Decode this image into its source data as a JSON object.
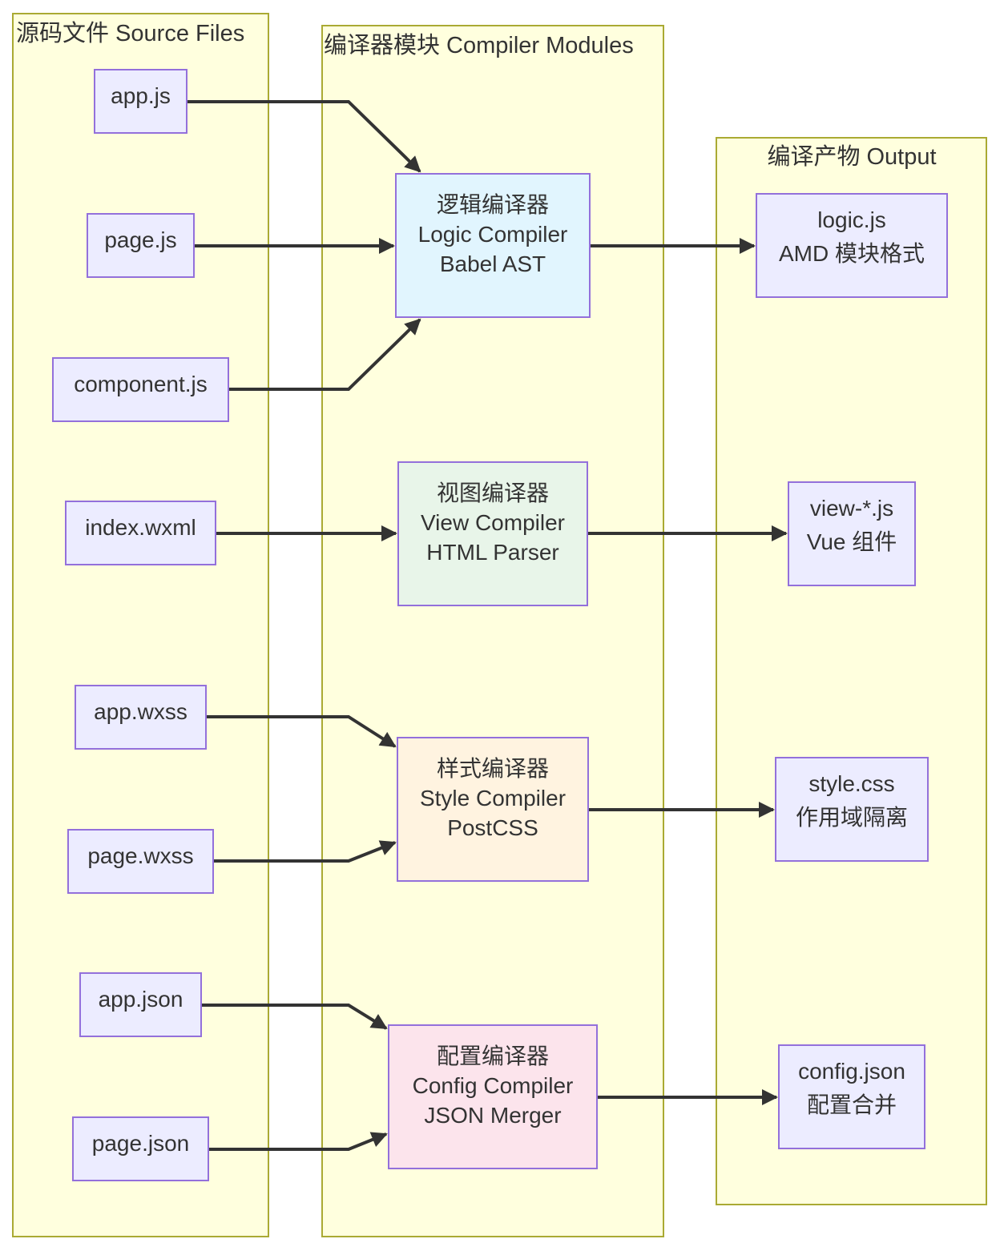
{
  "colors": {
    "cluster_fill": "#ffffde",
    "cluster_stroke": "#aaaa33",
    "node_default_fill": "#ececff",
    "node_stroke": "#9370db",
    "edge": "#333333",
    "text": "#333333",
    "logic_fill": "#e1f5fe",
    "view_fill": "#e8f5e9",
    "style_fill": "#fff3e0",
    "config_fill": "#fce4ec"
  },
  "clusters": [
    {
      "id": "source",
      "label": "源码文件 Source Files"
    },
    {
      "id": "compiler",
      "label": "编译器模块 Compiler Modules"
    },
    {
      "id": "output",
      "label": "编译产物 Output"
    }
  ],
  "nodes": [
    {
      "id": "app_js",
      "cluster": "source",
      "lines": [
        "app.js"
      ]
    },
    {
      "id": "page_js",
      "cluster": "source",
      "lines": [
        "page.js"
      ]
    },
    {
      "id": "component_js",
      "cluster": "source",
      "lines": [
        "component.js"
      ]
    },
    {
      "id": "index_wxml",
      "cluster": "source",
      "lines": [
        "index.wxml"
      ]
    },
    {
      "id": "app_wxss",
      "cluster": "source",
      "lines": [
        "app.wxss"
      ]
    },
    {
      "id": "page_wxss",
      "cluster": "source",
      "lines": [
        "page.wxss"
      ]
    },
    {
      "id": "app_json",
      "cluster": "source",
      "lines": [
        "app.json"
      ]
    },
    {
      "id": "page_json",
      "cluster": "source",
      "lines": [
        "page.json"
      ]
    },
    {
      "id": "logic_compiler",
      "cluster": "compiler",
      "fill": "logic_fill",
      "lines": [
        "逻辑编译器",
        "Logic Compiler",
        "Babel AST"
      ]
    },
    {
      "id": "view_compiler",
      "cluster": "compiler",
      "fill": "view_fill",
      "lines": [
        "视图编译器",
        "View Compiler",
        "HTML Parser"
      ]
    },
    {
      "id": "style_compiler",
      "cluster": "compiler",
      "fill": "style_fill",
      "lines": [
        "样式编译器",
        "Style Compiler",
        "PostCSS"
      ]
    },
    {
      "id": "config_compiler",
      "cluster": "compiler",
      "fill": "config_fill",
      "lines": [
        "配置编译器",
        "Config Compiler",
        "JSON Merger"
      ]
    },
    {
      "id": "logic_out",
      "cluster": "output",
      "lines": [
        "logic.js",
        "AMD 模块格式"
      ]
    },
    {
      "id": "view_out",
      "cluster": "output",
      "lines": [
        "view-*.js",
        "Vue 组件"
      ]
    },
    {
      "id": "style_out",
      "cluster": "output",
      "lines": [
        "style.css",
        "作用域隔离"
      ]
    },
    {
      "id": "config_out",
      "cluster": "output",
      "lines": [
        "config.json",
        "配置合并"
      ]
    }
  ],
  "edges": [
    {
      "from": "app_js",
      "to": "logic_compiler"
    },
    {
      "from": "page_js",
      "to": "logic_compiler"
    },
    {
      "from": "component_js",
      "to": "logic_compiler"
    },
    {
      "from": "index_wxml",
      "to": "view_compiler"
    },
    {
      "from": "app_wxss",
      "to": "style_compiler"
    },
    {
      "from": "page_wxss",
      "to": "style_compiler"
    },
    {
      "from": "app_json",
      "to": "config_compiler"
    },
    {
      "from": "page_json",
      "to": "config_compiler"
    },
    {
      "from": "logic_compiler",
      "to": "logic_out"
    },
    {
      "from": "view_compiler",
      "to": "view_out"
    },
    {
      "from": "style_compiler",
      "to": "style_out"
    },
    {
      "from": "config_compiler",
      "to": "config_out"
    }
  ]
}
